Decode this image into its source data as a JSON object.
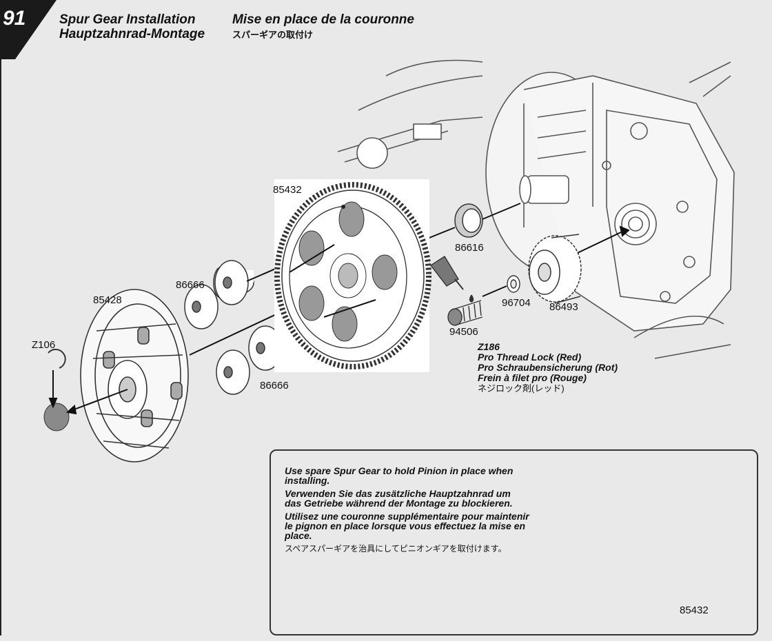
{
  "step": {
    "number": "91"
  },
  "titles": {
    "en": "Spur Gear Installation",
    "de": "Hauptzahnrad-Montage",
    "fr": "Mise en place de la couronne",
    "jp": "スパーギアの取付け"
  },
  "parts": {
    "spur_gear": "85432",
    "bearing": "86616",
    "spacer_top": "86666",
    "spacer_bottom": "86666",
    "slipper_plate": "85428",
    "clip": "Z106",
    "washer": "96704",
    "pinion": "86493",
    "screw": "94506",
    "inset_gear": "85432"
  },
  "thread_lock": {
    "code": "Z186",
    "en": "Pro Thread Lock (Red)",
    "de": "Pro Schraubensicherung (Rot)",
    "fr": "Frein à filet pro (Rouge)",
    "jp": "ネジロック剤(レッド)"
  },
  "note": {
    "en": "Use spare Spur Gear to hold Pinion in place when installing.",
    "de": "Verwenden Sie das zusätzliche Hauptzahnrad um das Getriebe während der Montage zu blockieren.",
    "fr": "Utilisez une couronne supplémentaire pour maintenir le pignon en place lorsque vous effectuez la mise en place.",
    "jp": "スペアスパーギアを治具にしてピニオンギアを取付けます。"
  },
  "colors": {
    "line": "#333333",
    "gear_fill": "#ffffff",
    "shade": "#9a9a9a",
    "background": "#e9e9e9"
  }
}
